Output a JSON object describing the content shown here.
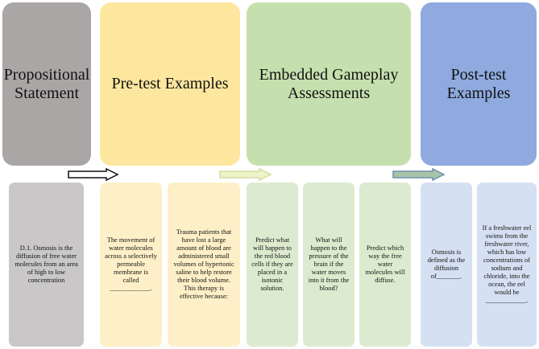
{
  "columns": [
    {
      "id": "propositional",
      "title": "Propositional\nStatement",
      "color": "#aaa6a6",
      "small_color": "#c9c7c7"
    },
    {
      "id": "pretest",
      "title": "Pre-test Examples",
      "color": "#fde79e",
      "small_color": "#fdf0c8"
    },
    {
      "id": "embedded",
      "title": "Embedded Gameplay\nAssessments",
      "color": "#c6dfae",
      "small_color": "#dcebcf"
    },
    {
      "id": "posttest",
      "title": "Post-test\nExamples",
      "color": "#8eaadf",
      "small_color": "#d6e0f3"
    }
  ],
  "boxes": {
    "propositional": [
      "D.1. Osmosis is the diffusion of free water molecules from an area of high to low concentration"
    ],
    "pretest": [
      "The movement of water molecules across a selectively permeable membrane is called ____________.",
      "Trauma patients that have lost a large amount of blood are administered small volumes of hypertonic saline to help restore their blood volume. This therapy is effective because:"
    ],
    "embedded": [
      "Predict what will happen to the red blood cells if they are placed in a isotonic solution.",
      "What will happen to the pressure of the brain if the water moves into it from the blood?",
      "Predict which way the free water molecules will diffuse."
    ],
    "posttest": [
      "Osmosis is defined as the diffusion of_______.",
      "If a freshwater eel swims from the freshwater river, which has low concentrations of sodium and chloride, into the ocean, the eel would be ____________."
    ]
  },
  "arrows": [
    {
      "name": "arrow-propositional-to-pretest",
      "fill": "#ffffff",
      "stroke": "#111111"
    },
    {
      "name": "arrow-pretest-to-embedded",
      "fill": "#eef3c8",
      "stroke": "#d6dca4"
    },
    {
      "name": "arrow-embedded-to-posttest",
      "fill": "#a8c4a8",
      "stroke": "#6e8fae"
    }
  ]
}
